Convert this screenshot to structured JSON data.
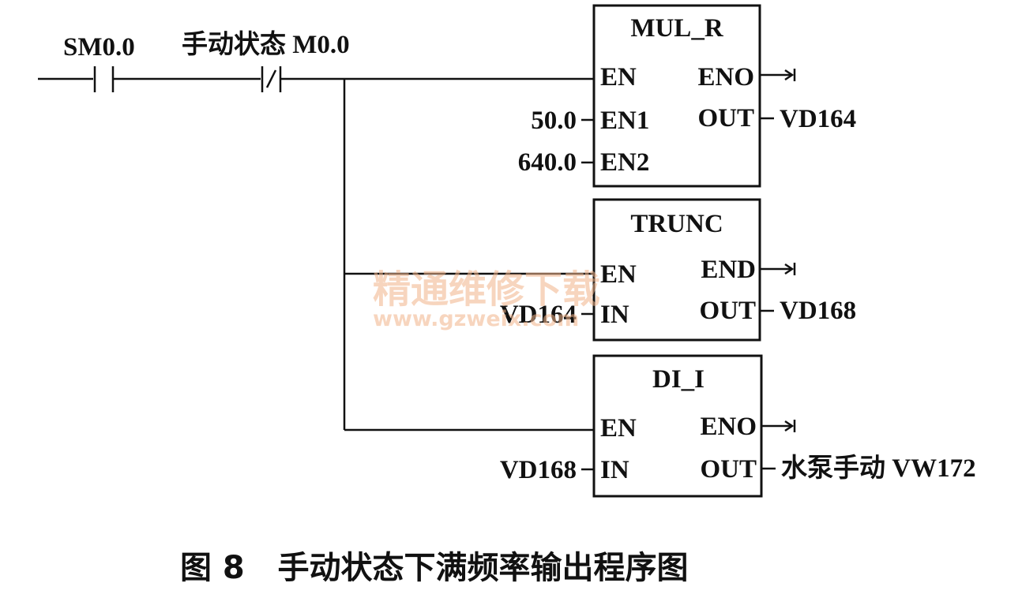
{
  "contacts": {
    "sm": {
      "label": "SM0.0"
    },
    "m0": {
      "label": "手动状态 M0.0"
    }
  },
  "blocks": {
    "mul_r": {
      "title": "MUL_R",
      "pins": {
        "en": "EN",
        "en1": "EN1",
        "en2": "EN2",
        "eno": "ENO",
        "out": "OUT"
      },
      "inputs": {
        "en1": "50.0",
        "en2": "640.0"
      },
      "output": "VD164"
    },
    "trunc": {
      "title": "TRUNC",
      "pins": {
        "en": "EN",
        "in": "IN",
        "eno": "END",
        "out": "OUT"
      },
      "input": "VD164",
      "output": "VD168"
    },
    "di_i": {
      "title": "DI_I",
      "pins": {
        "en": "EN",
        "in": "IN",
        "eno": "ENO",
        "out": "OUT"
      },
      "input": "VD168",
      "output": "水泵手动 VW172"
    }
  },
  "caption": "图 8   手动状态下满频率输出程序图",
  "watermark": {
    "line1": "精通维修下载",
    "line2": "www.gzweix.com"
  }
}
